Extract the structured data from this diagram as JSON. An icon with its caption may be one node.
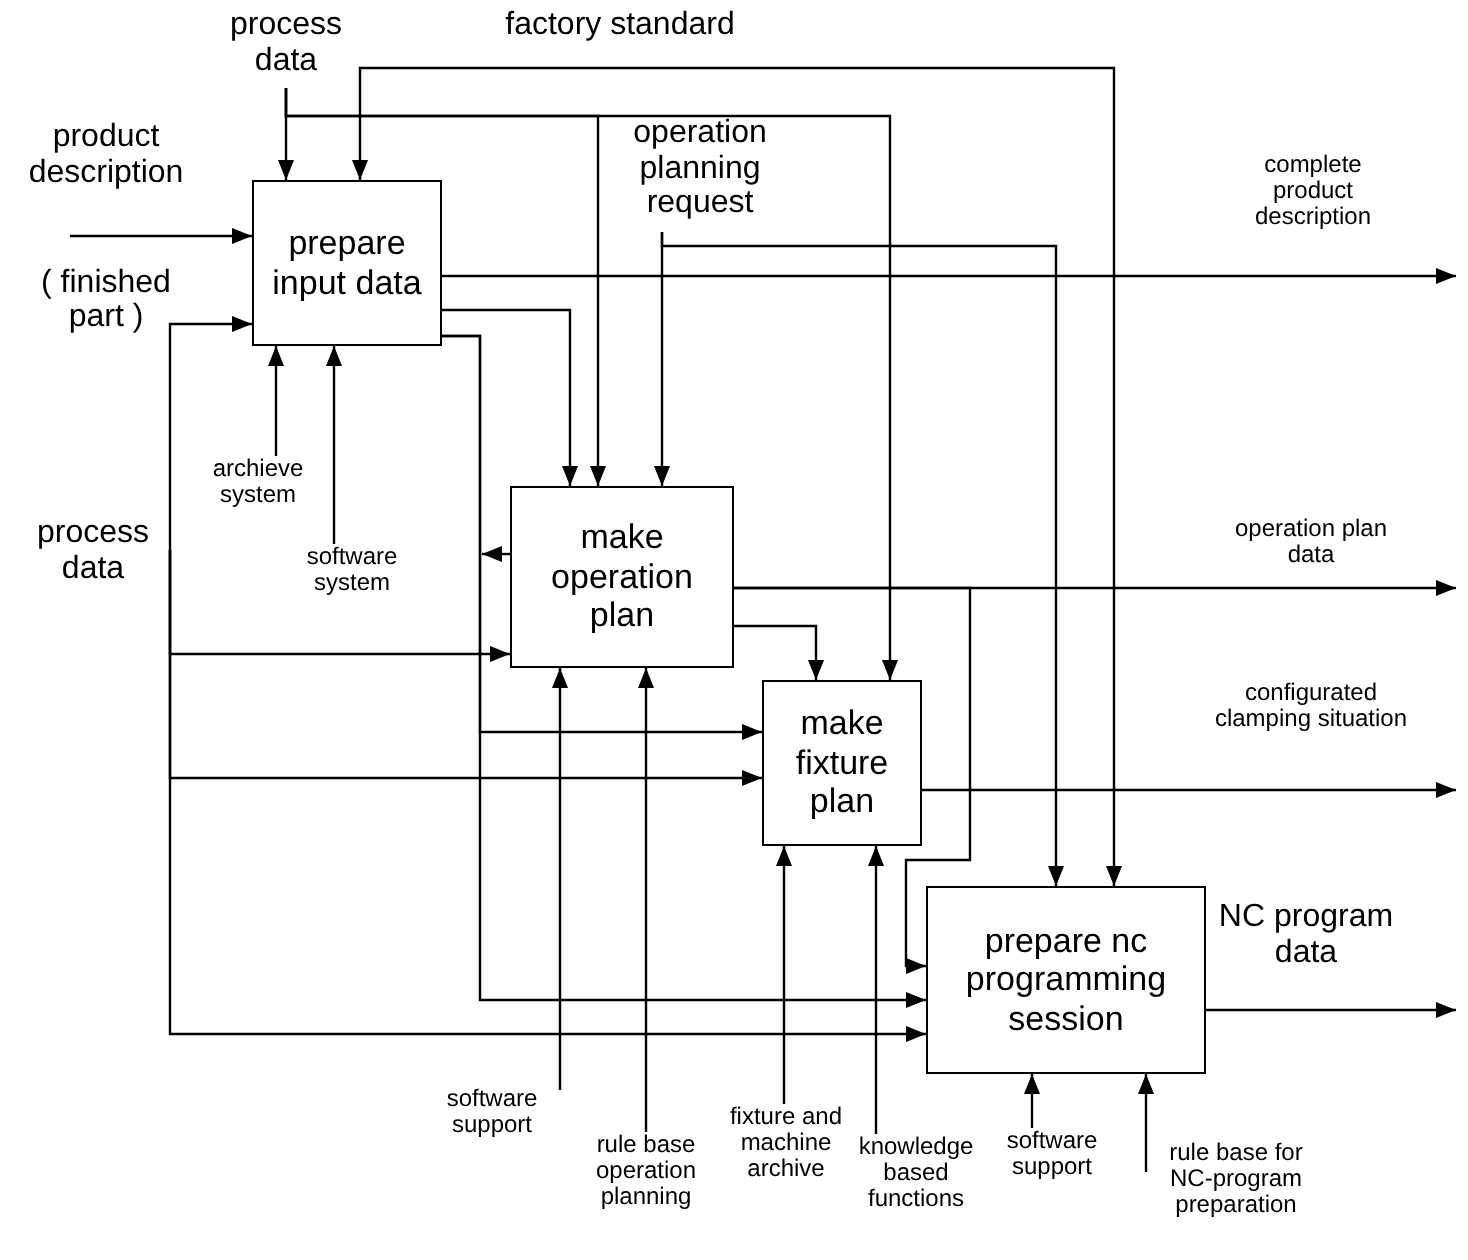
{
  "diagram": {
    "nodes": [
      {
        "text": [
          "process data"
        ]
      },
      {
        "text": [
          "factory standard"
        ]
      },
      {
        "text": [
          "product description",
          "( finished part )"
        ]
      },
      {
        "text": [
          "prepare input data"
        ]
      },
      {
        "text": [
          "operation planning request"
        ]
      },
      {
        "text": [
          "complete product description"
        ]
      },
      {
        "text": [
          "archieve system"
        ]
      },
      {
        "text": [
          "software system"
        ]
      },
      {
        "text": [
          "process data"
        ]
      },
      {
        "text": [
          "make operation plan"
        ]
      },
      {
        "text": [
          "operation plan data"
        ]
      },
      {
        "text": [
          "make fixture plan"
        ]
      },
      {
        "text": [
          "configurated clamping situation"
        ]
      },
      {
        "text": [
          "prepare nc programming session"
        ]
      },
      {
        "text": [
          "NC program data"
        ]
      },
      {
        "text": [
          "software support"
        ]
      },
      {
        "text": [
          "rule base operation planning"
        ]
      },
      {
        "text": [
          "fixture and machine archive"
        ]
      },
      {
        "text": [
          "knowledge based functions"
        ]
      },
      {
        "text": [
          "software support"
        ]
      },
      {
        "text": [
          "rule base for NC-program preparation"
        ]
      }
    ],
    "edges": [
      {
        "from": 0,
        "to": 3,
        "arrow": "to"
      },
      {
        "from": 0,
        "to": 9,
        "arrow": "to"
      },
      {
        "from": 0,
        "to": 11,
        "arrow": "to"
      },
      {
        "from": 1,
        "to": 3,
        "arrow": "to"
      },
      {
        "from": 1,
        "to": 13,
        "arrow": "to"
      },
      {
        "from": 2,
        "to": 3,
        "arrow": "to"
      },
      {
        "from": 8,
        "to": 3,
        "arrow": "to"
      },
      {
        "from": 8,
        "to": 9,
        "arrow": "to"
      },
      {
        "from": 8,
        "to": 11,
        "arrow": "to"
      },
      {
        "from": 8,
        "to": 13,
        "arrow": "to"
      },
      {
        "from": 4,
        "to": 9,
        "arrow": "to"
      },
      {
        "from": 4,
        "to": 13,
        "arrow": "to"
      },
      {
        "from": 3,
        "to": 5,
        "arrow": "to"
      },
      {
        "from": 3,
        "to": 9,
        "arrow": "to"
      },
      {
        "from": 3,
        "to": 11,
        "arrow": "to"
      },
      {
        "from": 3,
        "to": 13,
        "arrow": "to"
      },
      {
        "from": 9,
        "to": null,
        "arrow": "to"
      },
      {
        "from": 9,
        "to": 10,
        "arrow": "to"
      },
      {
        "from": 9,
        "to": 11,
        "arrow": "to"
      },
      {
        "from": 9,
        "to": 13,
        "arrow": "to"
      },
      {
        "from": 11,
        "to": 12,
        "arrow": "to"
      },
      {
        "from": 13,
        "to": 14,
        "arrow": "to"
      },
      {
        "from": 6,
        "to": 3,
        "arrow": "to"
      },
      {
        "from": 7,
        "to": 3,
        "arrow": "to"
      },
      {
        "from": 15,
        "to": 9,
        "arrow": "to"
      },
      {
        "from": 16,
        "to": 9,
        "arrow": "to"
      },
      {
        "from": 17,
        "to": 11,
        "arrow": "to"
      },
      {
        "from": 18,
        "to": 11,
        "arrow": "to"
      },
      {
        "from": 19,
        "to": 13,
        "arrow": "to"
      },
      {
        "from": 20,
        "to": 13,
        "arrow": "to"
      }
    ]
  }
}
